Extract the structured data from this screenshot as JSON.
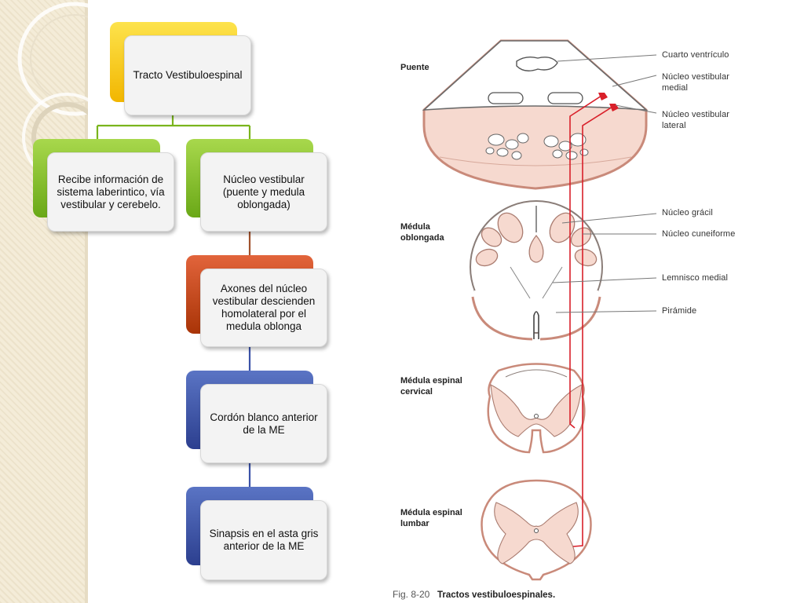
{
  "flowchart": {
    "root": "Tracto Vestibuloespinal",
    "left_box": "Recibe información de sistema laberintico, vía vestibular y cerebelo.",
    "nucleus_box": "Núcleo vestibular (puente y medula oblongada)",
    "axons_box": "Axones del núcleo vestibular descienden homolateral por el medula oblonga",
    "cord_box": "Cordón blanco anterior de la ME",
    "synapse_box": "Sinapsis en el asta gris anterior de la ME"
  },
  "figure": {
    "sections": {
      "pons": "Puente",
      "medulla": "Médula oblongada",
      "cervical": "Médula espinal cervical",
      "lumbar": "Médula espinal lumbar"
    },
    "labels": {
      "fourth_ventricle": "Cuarto ventrículo",
      "medial_vestibular": "Núcleo vestibular medial",
      "lateral_vestibular": "Núcleo vestibular lateral",
      "gracile": "Núcleo grácil",
      "cuneate": "Núcleo cuneiforme",
      "medial_lemniscus": "Lemnisco medial",
      "pyramid": "Pirámide"
    },
    "caption_number": "Fig. 8-20",
    "caption_title": "Tractos vestibuloespinales."
  },
  "colors": {
    "yellow_accent": "#f7c51a",
    "green_accent": "#7ab51d",
    "red_accent": "#c0440f",
    "blue_accent": "#3b52a8",
    "tract_line": "#d9202a",
    "tissue_fill": "#f6d9cf",
    "tissue_edge": "#c98a7a"
  }
}
